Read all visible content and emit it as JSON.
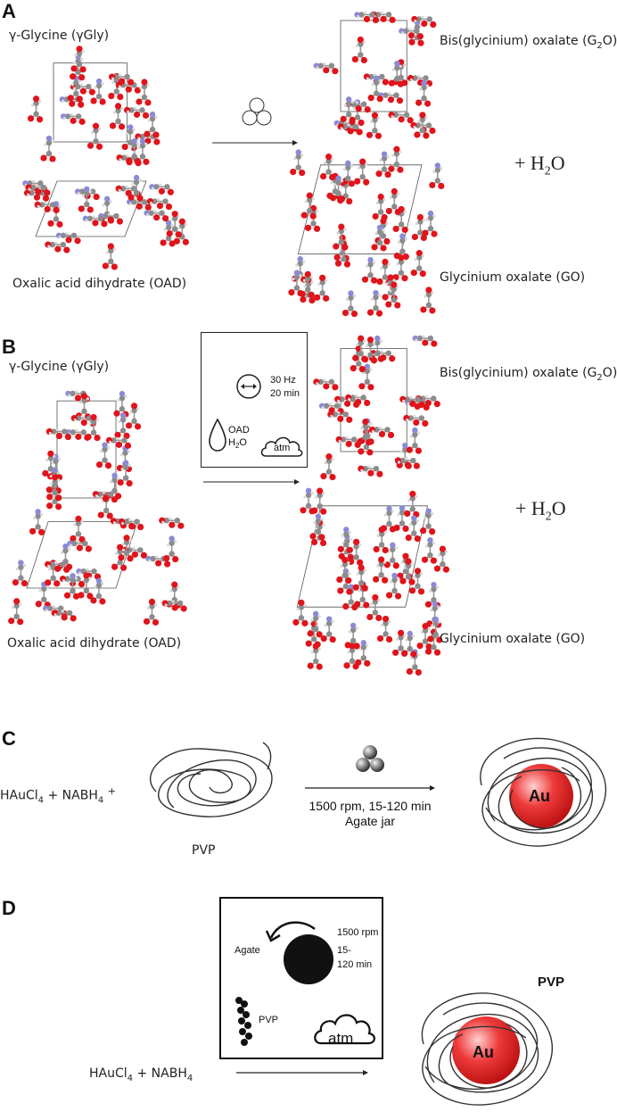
{
  "panels": {
    "a": {
      "label": "A",
      "reactant1": "γ-Glycine (γGly)",
      "reactant2": "Oxalic acid dihydrate (OAD)",
      "product1_prefix": "Bis(glycinium) oxalate (G",
      "product1_sub": "2",
      "product1_suffix": "O)",
      "product2": "Glycinium oxalate (GO)",
      "water_prefix": "+ H",
      "water_sub": "2",
      "water_suffix": "O"
    },
    "b": {
      "label": "B",
      "reactant1": "γ-Glycine (γGly)",
      "reactant2": "Oxalic acid dihydrate (OAD)",
      "product1_prefix": "Bis(glycinium) oxalate (G",
      "product1_sub": "2",
      "product1_suffix": "O)",
      "product2": "Glycinium oxalate (GO)",
      "water_prefix": "+ H",
      "water_sub": "2",
      "water_suffix": "O",
      "freq": "30 Hz",
      "time": "20 min",
      "liquid_1": "OAD",
      "liquid_2_prefix": "H",
      "liquid_2_sub": "2",
      "liquid_2_suffix": "O",
      "atmosphere": "atm"
    },
    "c": {
      "label": "C",
      "reactant_au": "HAuCl",
      "reactant_au_sub": "4",
      "plus": "+",
      "reactant_b": "NABH",
      "reactant_b_sub": "4",
      "plus2": "+",
      "polymer": "PVP",
      "condition1": "1500 rpm, 15-120 min",
      "condition2": "Agate jar",
      "product": "Au"
    },
    "d": {
      "label": "D",
      "reactant_au": "HAuCl",
      "reactant_au_sub": "4",
      "plus": "+",
      "reactant_b": "NABH",
      "reactant_b_sub": "4",
      "speed": "1500 rpm",
      "time1": "15-",
      "time2": "120 min",
      "ball": "Agate",
      "polymer": "PVP",
      "atmosphere": "atm",
      "product": "Au",
      "product_label": "PVP"
    }
  },
  "colors": {
    "oxygen": "#e0141b",
    "carbon": "#8c8c8c",
    "nitrogen": "#8a8ad6",
    "hydrogen": "#d8d8d8",
    "gold": "#e02222"
  }
}
